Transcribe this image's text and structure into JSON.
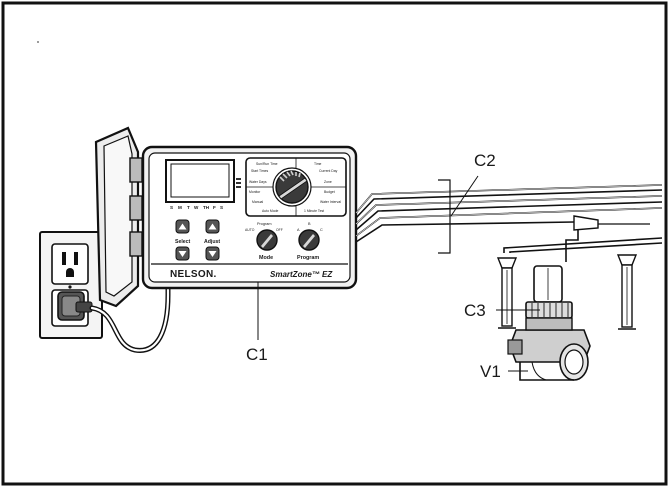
{
  "callouts": {
    "c1": "C1",
    "c2": "C2",
    "c3": "C3",
    "v1": "V1"
  },
  "controller": {
    "brand": "NELSON.",
    "model": "SmartZone™ EZ",
    "days": [
      "S",
      "M",
      "T",
      "W",
      "TH",
      "F",
      "S"
    ],
    "select_label": "Select",
    "adjust_label": "Adjust",
    "mode_label": "Mode",
    "program_label": "Program",
    "mode_top": "Program",
    "mode_auto": "AUTO",
    "mode_off": "OFF",
    "program_top": "B",
    "program_a": "A",
    "program_c": "C",
    "dial_labels": [
      "Sun/Run Time",
      "Time",
      "Start Times",
      "Current Day",
      "Water Days",
      "Zone",
      "Monitor",
      "Budget",
      "Manual",
      "Water Interval",
      "Auto Mode",
      "1 Minute Test"
    ]
  }
}
